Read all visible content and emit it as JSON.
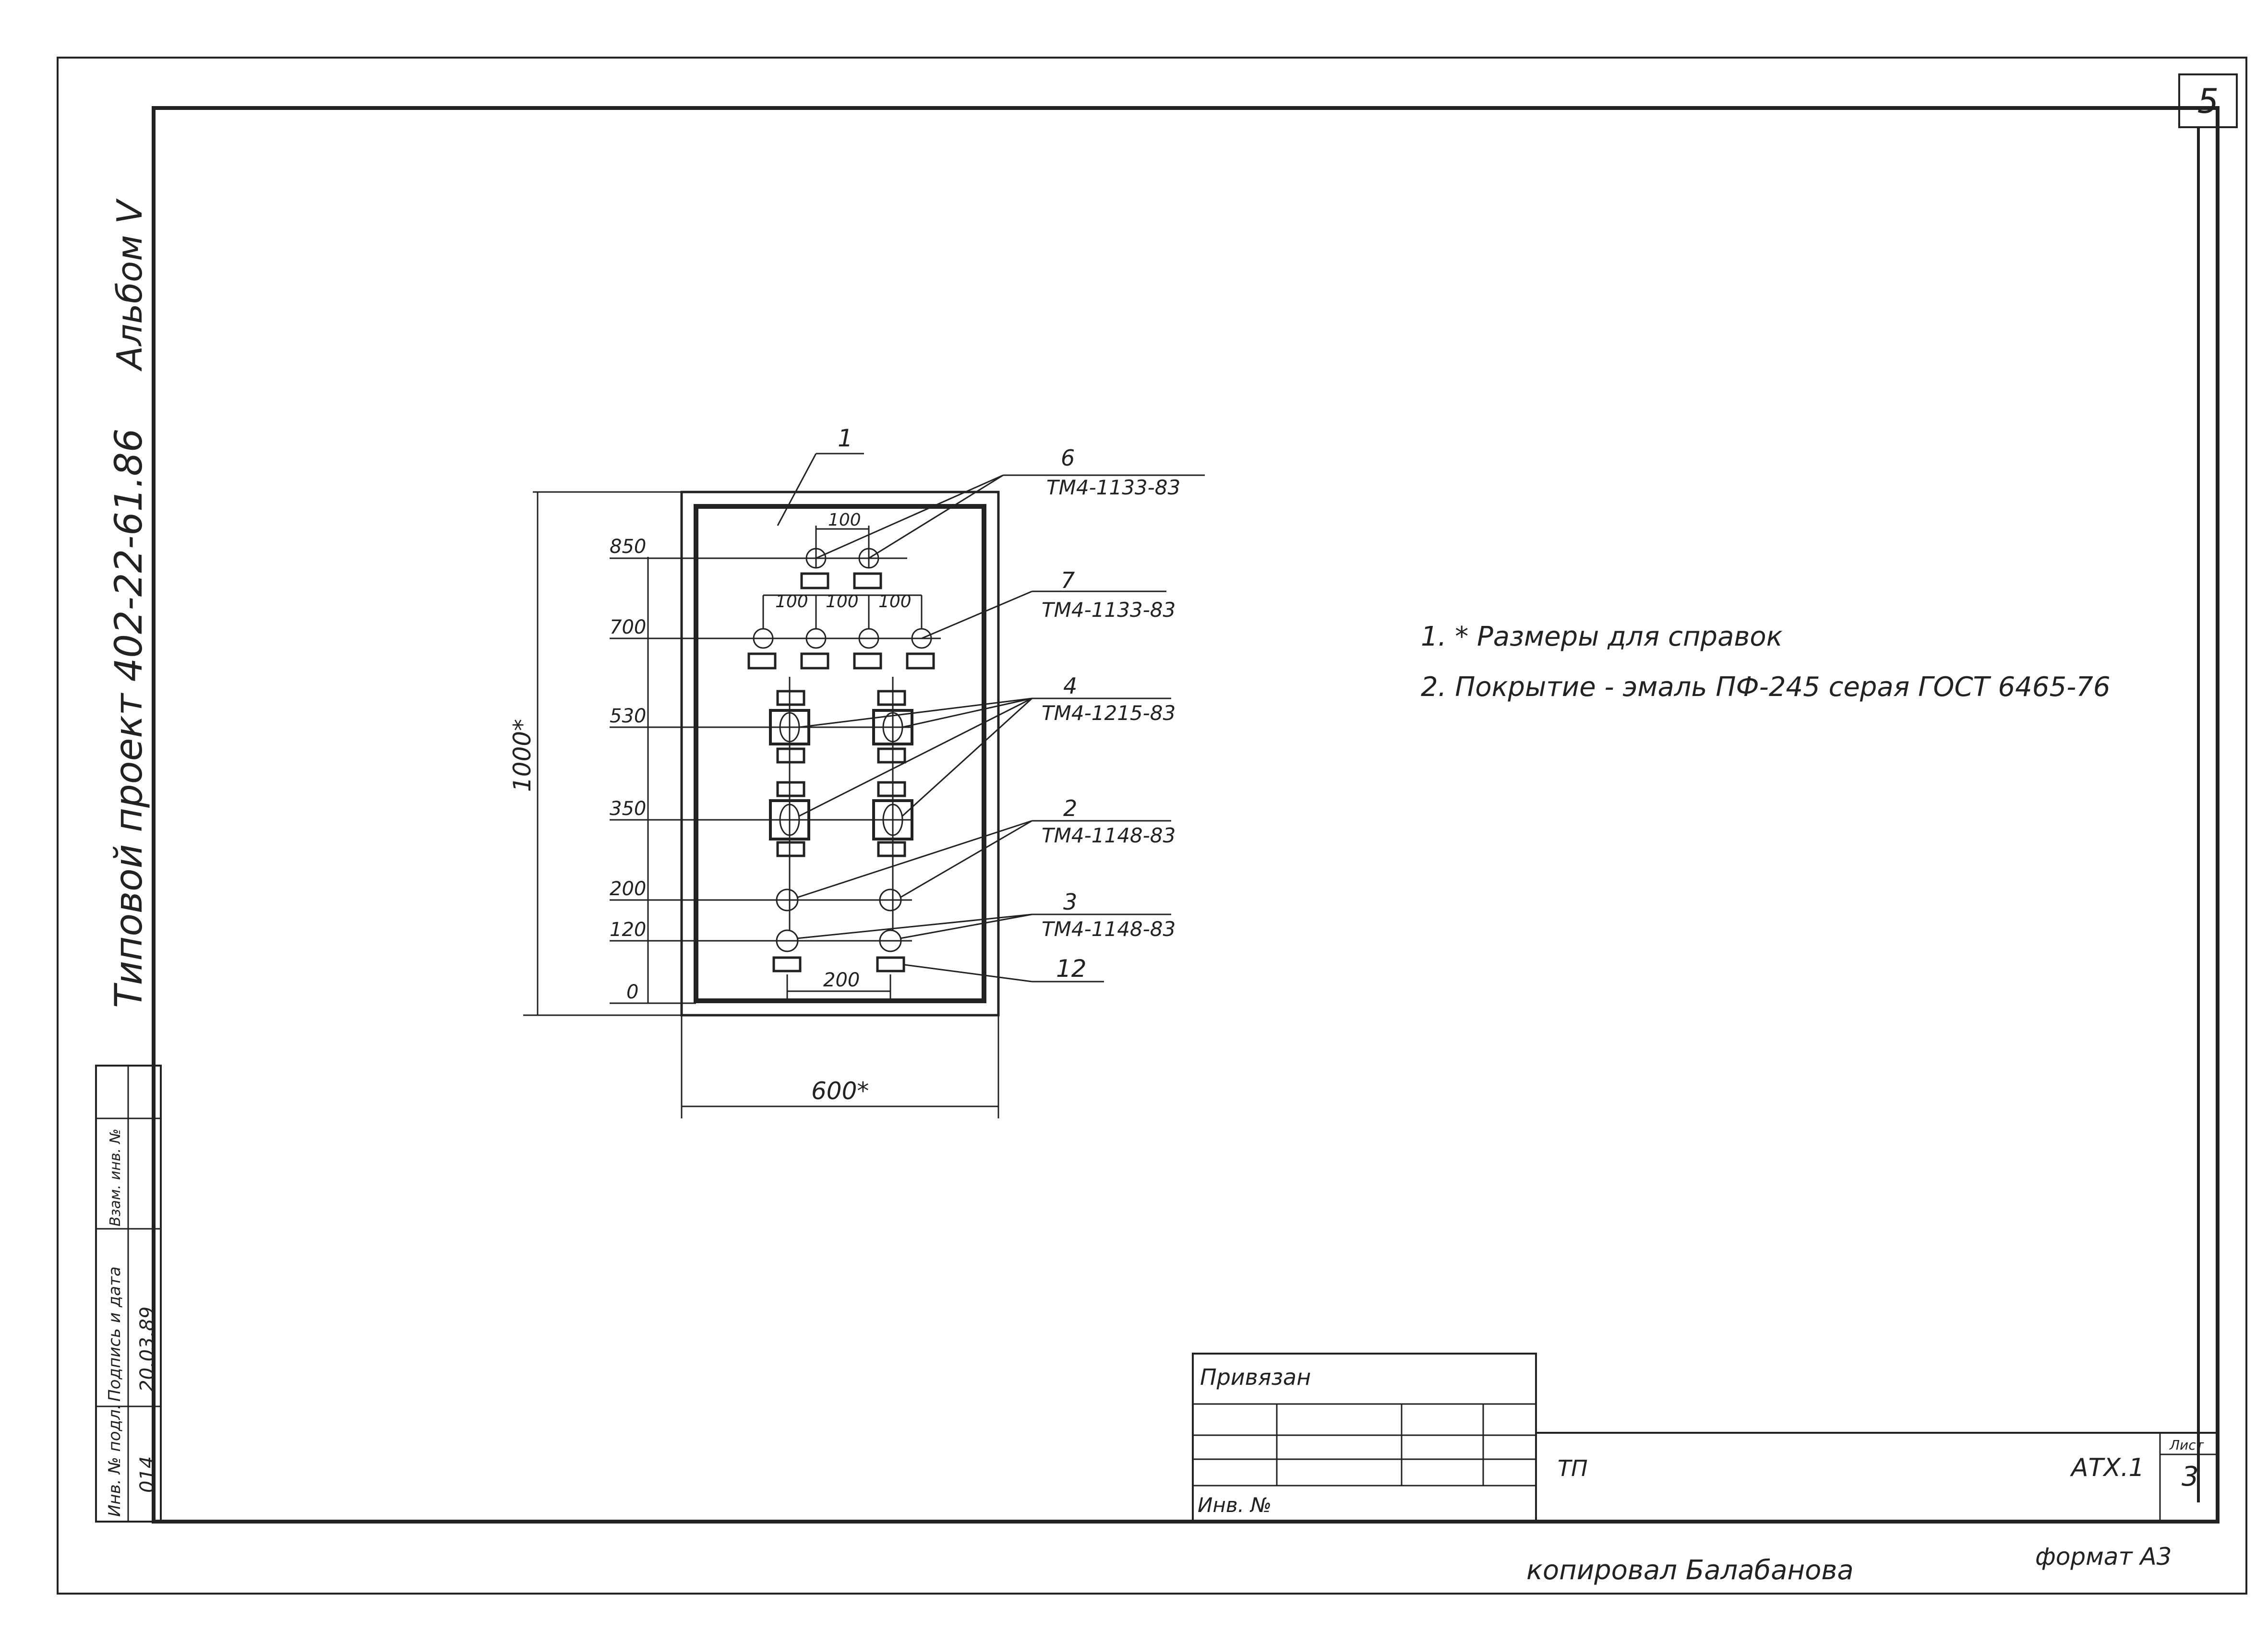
{
  "sheet": {
    "corner_number": "5",
    "album": "Альбом V",
    "project": "Типовой проект 402-22-61.86",
    "copied_by": "копировал Балабанова",
    "format": "формат А3"
  },
  "stamp": {
    "inv_label": "Инв. № подл.",
    "inv_value": "014",
    "sign_label": "Подпись и дата",
    "sign_value": "20.03.89",
    "replace_label": "Взам. инв. №"
  },
  "title_block": {
    "bound": "Привязан",
    "inv_no": "Инв. №",
    "code_left": "ТП",
    "code_right": "АТХ.1",
    "sheet_label": "Лист",
    "sheet_value": "3"
  },
  "notes": [
    "1. * Размеры для справок",
    "2. Покрытие - эмаль ПФ-245 серая ГОСТ 6465-76"
  ],
  "drawing": {
    "height_dim": "1000*",
    "width_dim": "600*",
    "spacing_100": "100",
    "spacing_200": "200",
    "levels": [
      "850",
      "700",
      "530",
      "350",
      "200",
      "120",
      "0"
    ],
    "callouts": [
      {
        "num": "1",
        "spec": ""
      },
      {
        "num": "6",
        "spec": "ТМ4-1133-83"
      },
      {
        "num": "7",
        "spec": "ТМ4-1133-83"
      },
      {
        "num": "4",
        "spec": "ТМ4-1215-83"
      },
      {
        "num": "2",
        "spec": "ТМ4-1148-83"
      },
      {
        "num": "3",
        "spec": "ТМ4-1148-83"
      },
      {
        "num": "12",
        "spec": ""
      }
    ]
  }
}
